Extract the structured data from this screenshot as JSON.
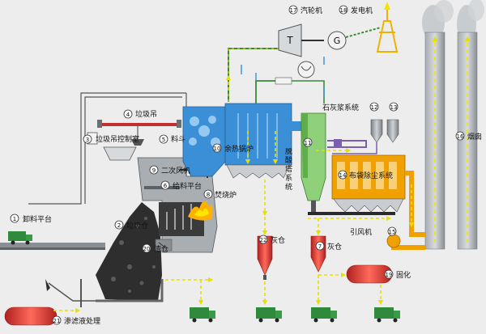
{
  "title": "",
  "components": [
    {
      "num": "1",
      "label": "卸料平台"
    },
    {
      "num": "2",
      "label": "垃圾仓"
    },
    {
      "num": "3",
      "label": "垃圾吊控制室"
    },
    {
      "num": "4",
      "label": "垃圾吊"
    },
    {
      "num": "5",
      "label": "料斗"
    },
    {
      "num": "6",
      "label": "给料平台"
    },
    {
      "num": "8",
      "label": "焚烧炉"
    },
    {
      "num": "9",
      "label": "二次风机"
    },
    {
      "num": "10",
      "label": "余热锅炉"
    },
    {
      "num": "11",
      "label": "脱酸塔系统"
    },
    {
      "num": "12",
      "label": "石灰浆系统"
    },
    {
      "num": "13",
      "label": ""
    },
    {
      "num": "14",
      "label": "布袋除尘系统"
    },
    {
      "num": "15",
      "label": "引风机"
    },
    {
      "num": "16",
      "label": "烟囱"
    },
    {
      "num": "17",
      "label": "汽轮机"
    },
    {
      "num": "18",
      "label": "发电机"
    },
    {
      "num": "19",
      "label": "固化"
    },
    {
      "num": "20",
      "label": "渣仓"
    },
    {
      "num": "21",
      "label": "渗滤液处理"
    },
    {
      "num": "22",
      "label": "灰仓"
    },
    {
      "num": "7",
      "label": "灰仓"
    }
  ],
  "symbols": {
    "turbine": "T",
    "generator": "G"
  },
  "colors": {
    "background": "#ededed",
    "steel": "#9aa0a6",
    "boiler_blue": "#3b8fd6",
    "flue_orange": "#f0a000",
    "ash_red": "#d23a3a",
    "truck_green": "#2f8a3b",
    "yellow_arrow": "#f2e600",
    "steam_green": "#3a8a3a"
  },
  "icons": [
    "truck-icon",
    "lightning-bolt-icon",
    "transmission-tower-icon",
    "smoke-icon",
    "flame-icon"
  ]
}
